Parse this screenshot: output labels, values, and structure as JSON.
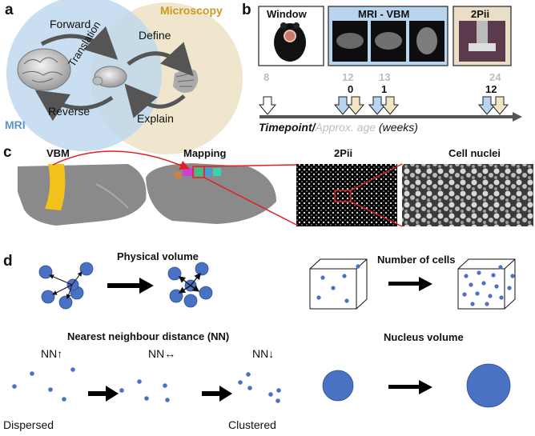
{
  "panel_a": {
    "letter": "a",
    "microscopy": "Microscopy",
    "mri": "MRI",
    "forward": "Forward",
    "translation": "Translation",
    "reverse": "Reverse",
    "define": "Define",
    "explain": "Explain",
    "colors": {
      "mri_circle": "#bcd7ee",
      "microscopy_circle": "#ede3c8",
      "microscopy_text": "#c89a1e",
      "mri_text": "#5b93c9"
    }
  },
  "panel_b": {
    "letter": "b",
    "window": "Window",
    "mri_vbm": "MRI - VBM",
    "twopii": "2Pii",
    "ages": [
      "8",
      "12",
      "13",
      "24"
    ],
    "timepoints": [
      "0",
      "1",
      "12"
    ],
    "axis_timepoint": "Timepoint/",
    "axis_age": "Approx. age",
    "axis_weeks": "(weeks)",
    "colors": {
      "mri_box": "#b8d4ee",
      "twopii_box": "#eadfc6",
      "mri_arrow": "#b8d4ee",
      "micro_arrow": "#f2e6c2"
    }
  },
  "panel_c": {
    "letter": "c",
    "vbm": "VBM",
    "mapping": "Mapping",
    "twopii": "2Pii",
    "cell_nuclei": "Cell nuclei"
  },
  "panel_d": {
    "letter": "d",
    "physical_volume": "Physical volume",
    "number_of_cells": "Number of cells",
    "nn_title": "Nearest neighbour distance (NN)",
    "nn_up": "NN↑",
    "nn_equal": "NN↔",
    "nn_down": "NN↓",
    "dispersed": "Dispersed",
    "clustered": "Clustered",
    "nucleus_volume": "Nucleus volume",
    "colors": {
      "cell": "#4a72c4"
    }
  }
}
